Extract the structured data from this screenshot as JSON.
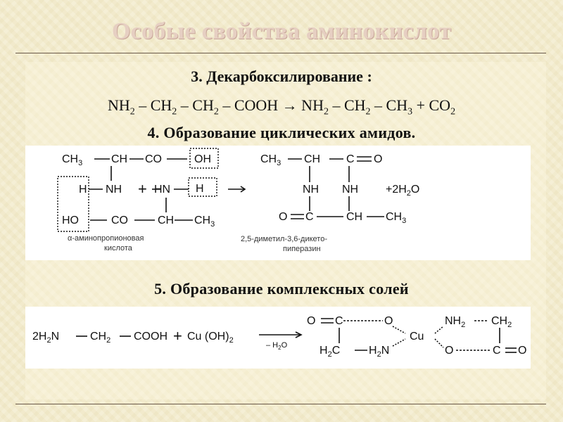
{
  "title": "Особые свойства аминокислот",
  "section3": {
    "heading": "3. Декарбоксилирование :",
    "equation": [
      "NH",
      "2",
      " – CH",
      "2",
      " – CH",
      "2",
      " – COOH → NH",
      "2",
      " – CH",
      "2",
      " – CH",
      "3",
      " + CO",
      "2"
    ]
  },
  "section4": {
    "heading": "4. Образование циклических амидов.",
    "left": {
      "r1": [
        "CH",
        "3",
        "CH",
        "CO",
        "OH"
      ],
      "r2": [
        "H",
        "NH",
        "+",
        "HN",
        "H"
      ],
      "r3": [
        "HO",
        "CO",
        "CH",
        "CH",
        "3"
      ],
      "caption1": "α-аминопропионовая",
      "caption2": "кислота"
    },
    "right": {
      "r1": [
        "CH",
        "3",
        "CH",
        "C",
        "O"
      ],
      "r2": [
        "NH",
        "NH",
        "+2H",
        "2",
        "O"
      ],
      "r3": [
        "O",
        "C",
        "CH",
        "CH",
        "3"
      ],
      "caption1": "2,5-диметил-3,6-дикето-",
      "caption2": "пиперазин"
    }
  },
  "section5": {
    "heading": "5. Образование комплексных солей",
    "reactants": [
      "2H",
      "2",
      "N",
      "CH",
      "2",
      "COOH",
      "+",
      "Cu (OH)",
      "2"
    ],
    "arrow_label": [
      "– H",
      "2",
      "O"
    ],
    "product": {
      "top": [
        "O",
        "C",
        "O",
        "NH",
        "2",
        "CH",
        "2"
      ],
      "mid": "Cu",
      "bottom": [
        "H",
        "2",
        "C",
        "H",
        "2",
        "N",
        "O",
        "C",
        "O"
      ]
    }
  }
}
